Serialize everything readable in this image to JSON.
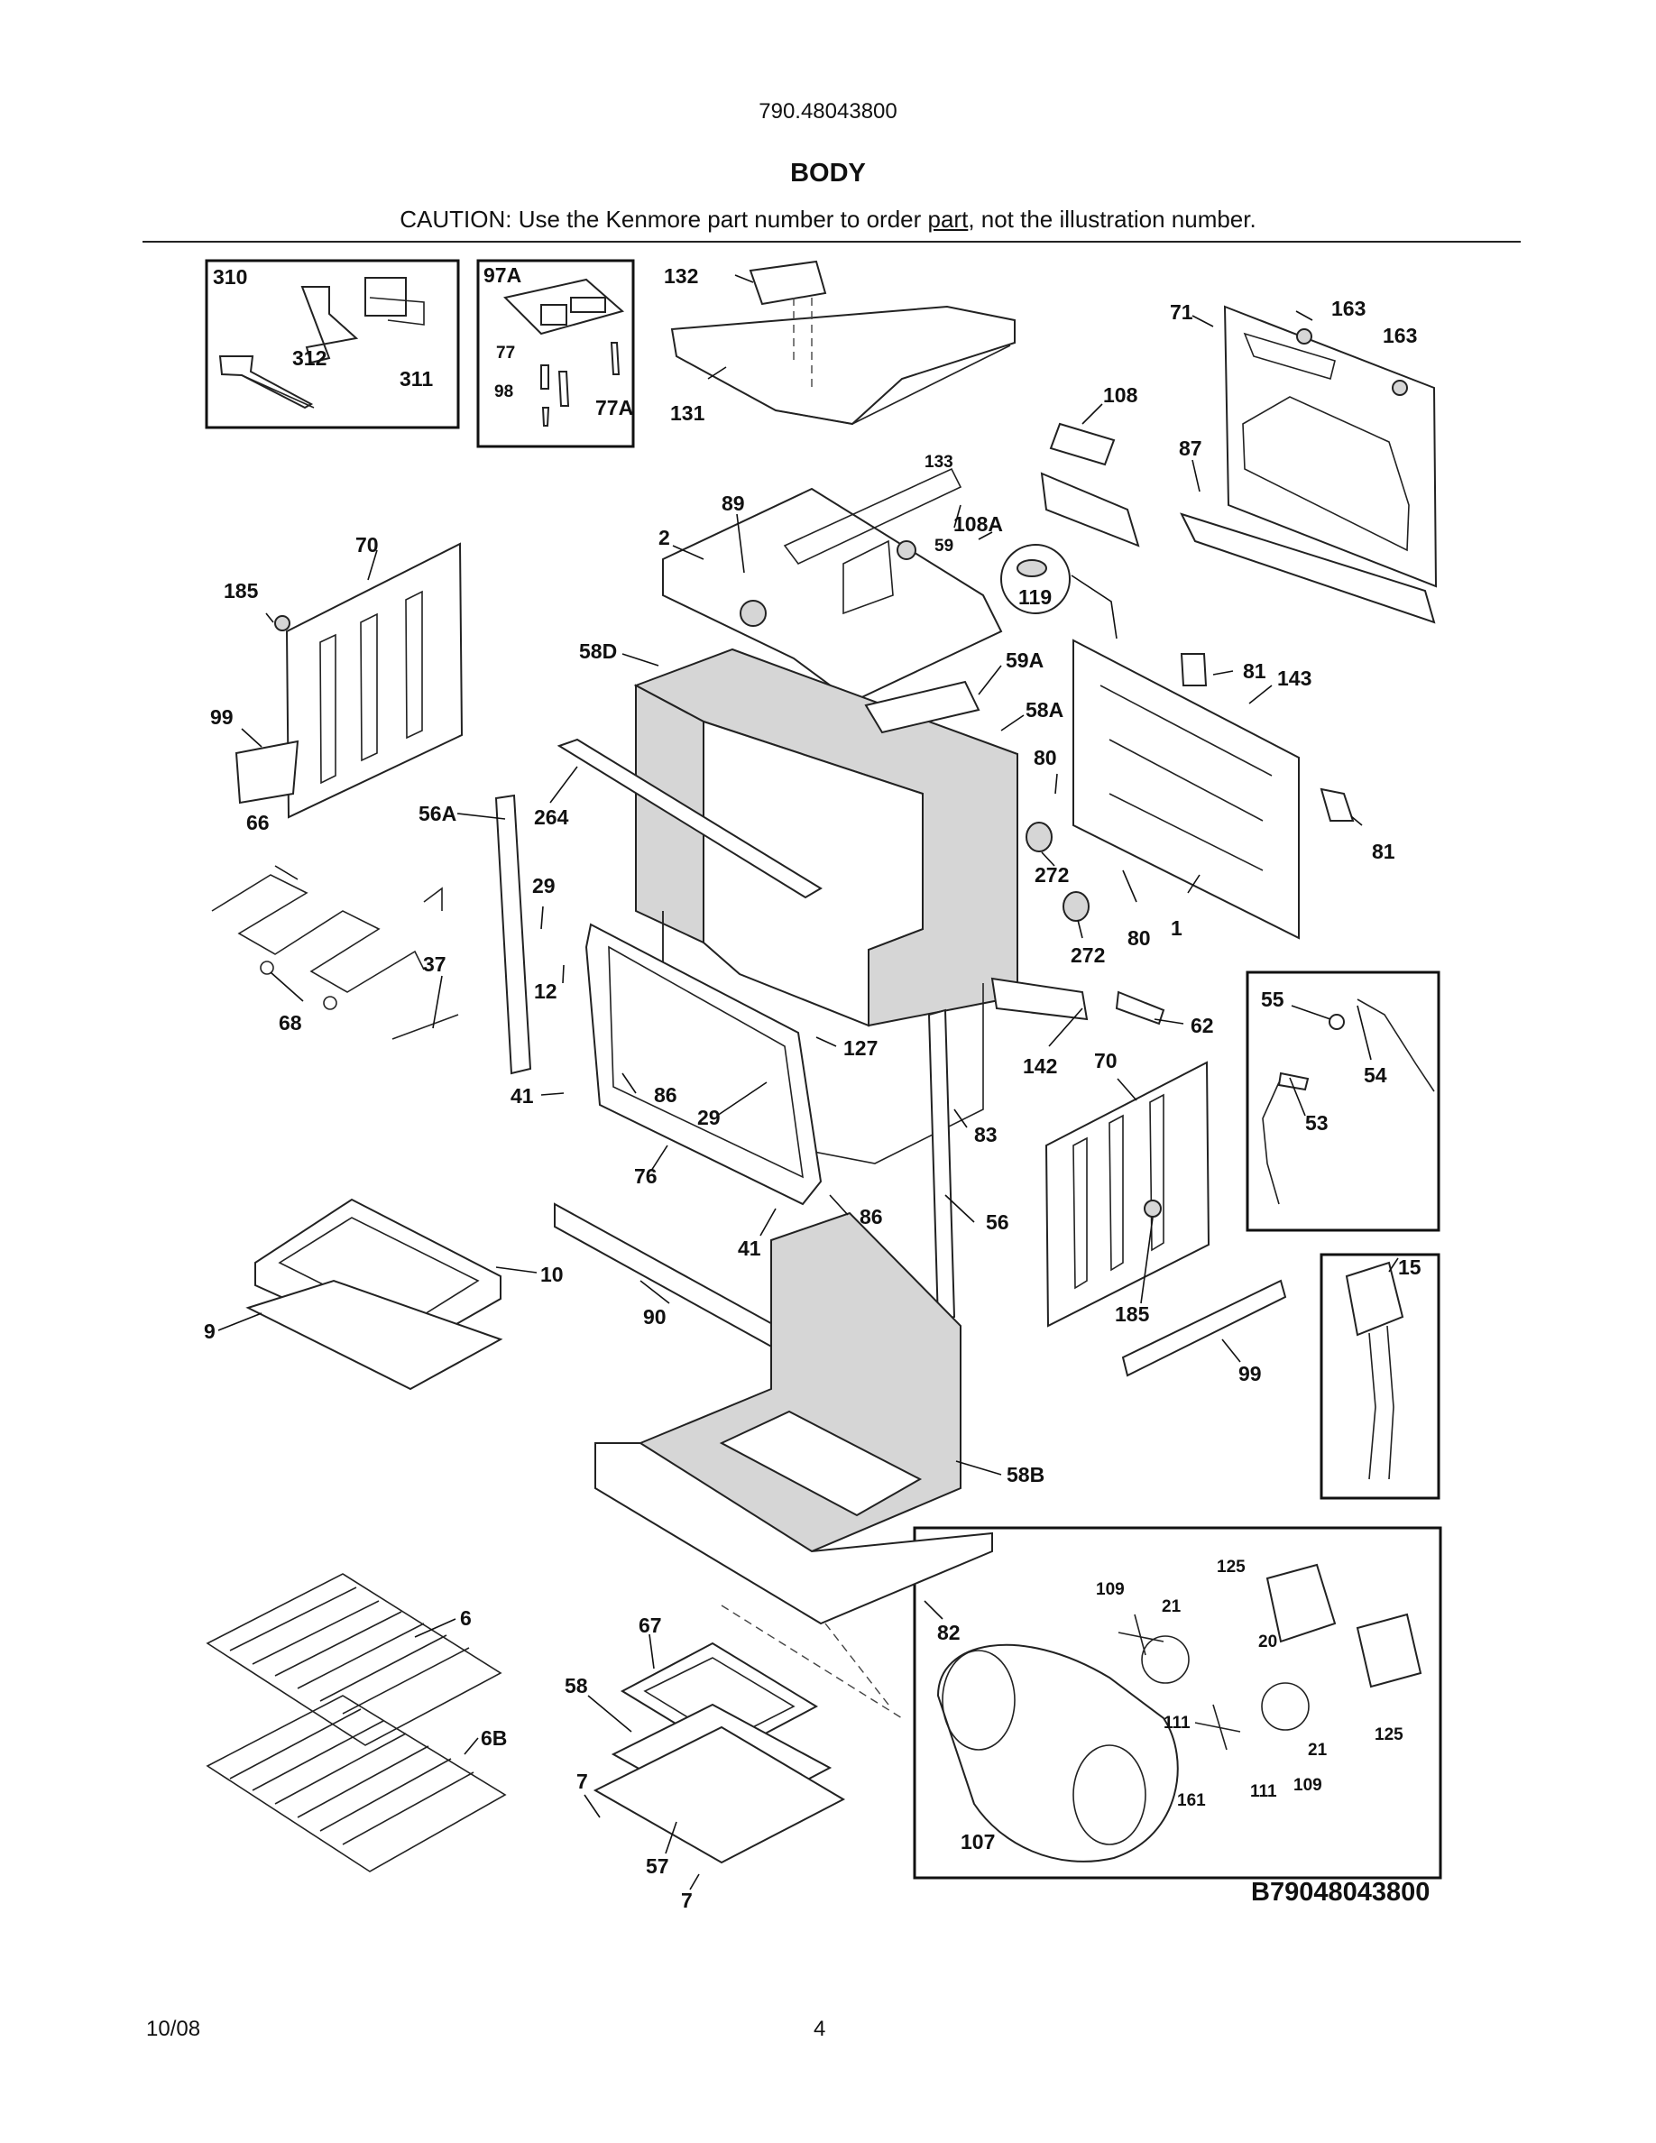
{
  "header": {
    "model": "790.48043800",
    "title": "BODY",
    "caution_pre": "CAUTION: Use the Kenmore part number to order ",
    "caution_link": "part",
    "caution_post": ", not the illustration number."
  },
  "drawing_code": "B79048043800",
  "footer": {
    "date": "10/08",
    "page": "4"
  },
  "callouts": {
    "c310": "310",
    "c312": "312",
    "c311": "311",
    "c97A": "97A",
    "c77": "77",
    "c98": "98",
    "c77A": "77A",
    "c132": "132",
    "c131": "131",
    "c133": "133",
    "c163a": "163",
    "c163b": "163",
    "c71": "71",
    "c108": "108",
    "c87": "87",
    "c89": "89",
    "c2": "2",
    "c108A": "108A",
    "c59": "59",
    "c119": "119",
    "c70a": "70",
    "c185a": "185",
    "c99a": "99",
    "c58D": "58D",
    "c59A": "59A",
    "c58A": "58A",
    "c81a": "81",
    "c143": "143",
    "c80a": "80",
    "c81b": "81",
    "c272a": "272",
    "c80b": "80",
    "c1": "1",
    "c272b": "272",
    "c66": "66",
    "c56A": "56A",
    "c264": "264",
    "c29a": "29",
    "c12": "12",
    "c37": "37",
    "c68": "68",
    "c55": "55",
    "c54": "54",
    "c53": "53",
    "c62": "62",
    "c142": "142",
    "c70b": "70",
    "c127": "127",
    "c41a": "41",
    "c86a": "86",
    "c29b": "29",
    "c83": "83",
    "c76": "76",
    "c86b": "86",
    "c56": "56",
    "c41b": "41",
    "c10": "10",
    "c9": "9",
    "c90": "90",
    "c185b": "185",
    "c99b": "99",
    "c15": "15",
    "c58B": "58B",
    "c82": "82",
    "c6": "6",
    "c6B": "6B",
    "c67": "67",
    "c58": "58",
    "c7a": "7",
    "c57": "57",
    "c7b": "7",
    "c125a": "125",
    "c109a": "109",
    "c21a": "21",
    "c20": "20",
    "c125b": "125",
    "c111a": "111",
    "c21b": "21",
    "c111b": "111",
    "c109b": "109",
    "c161": "161",
    "c107": "107"
  }
}
